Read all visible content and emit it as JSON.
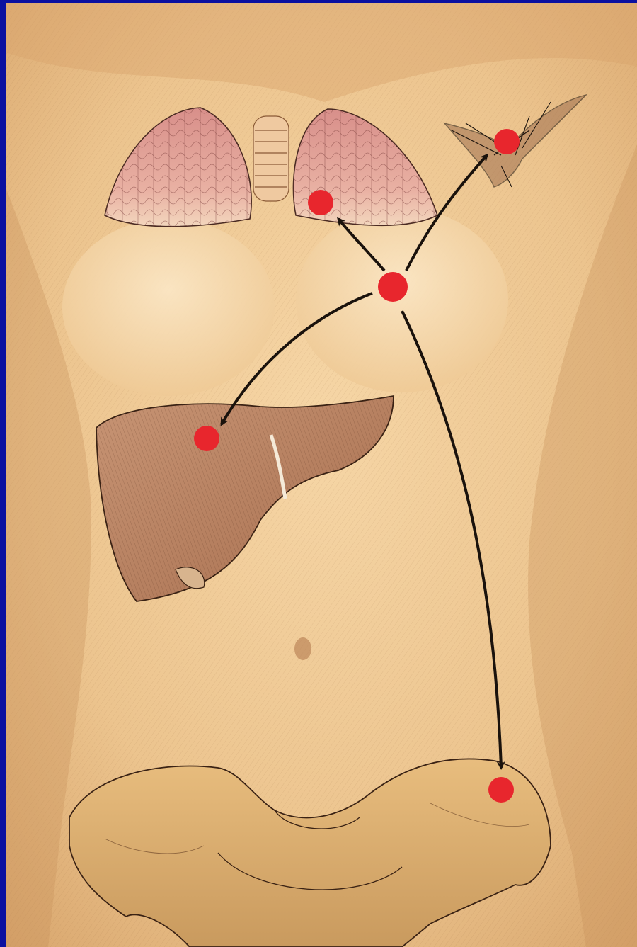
{
  "figure": {
    "background_color": "#0a10a0",
    "paper_color": "#ecc48e",
    "skin_shadow_color": "#d9a56c",
    "lung_color": "#e0a0a0",
    "liver_color": "#b9825c",
    "pelvis_color": "#e4b370",
    "ink_color": "#1a120c",
    "metastasis_color": "#e8262d",
    "source": {
      "name": "primary-tumor-breast",
      "color": "#e8262d"
    },
    "targets": [
      {
        "name": "axillary-lymph-node",
        "organ": "axilla"
      },
      {
        "name": "lung",
        "organ": "left-lung"
      },
      {
        "name": "liver",
        "organ": "liver"
      },
      {
        "name": "bone",
        "organ": "iliac-crest"
      }
    ]
  }
}
